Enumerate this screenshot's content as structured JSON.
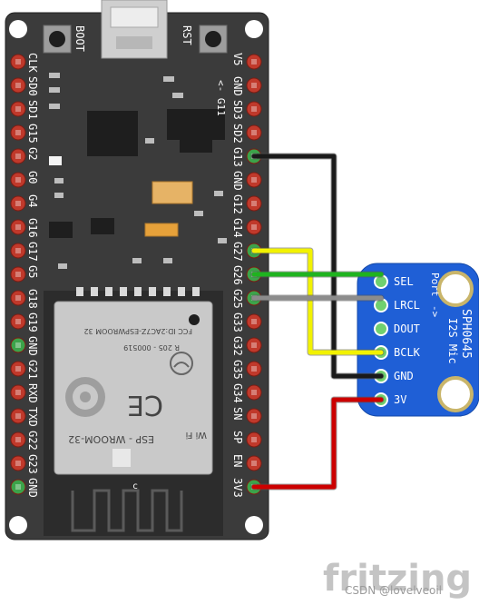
{
  "board": {
    "buttons": {
      "boot": "BOOT",
      "rst": "RST"
    },
    "left_pins": [
      "CLK",
      "SD0",
      "SD1",
      "G15",
      "G2",
      "G0",
      "G4",
      "G16",
      "G17",
      "G5",
      "G18",
      "G19",
      "GND",
      "G21",
      "RXD",
      "TXD",
      "G22",
      "G23",
      "GND"
    ],
    "right_pins": [
      "V5",
      "GND",
      "SD3",
      "SD2",
      "G13",
      "GND",
      "G12",
      "G14",
      "G27",
      "G26",
      "G25",
      "G33",
      "G32",
      "G35",
      "G34",
      "SN",
      "SP",
      "EN",
      "3V3"
    ],
    "silk_arrow": "<- G11",
    "module": {
      "fcc": "FCC ID:2AC7Z-ESPWROOM 32",
      "reg": "R 205 - 000519",
      "name": "ESP - WROOM-32",
      "wifi": "Wi Fi",
      "ce": "CE"
    }
  },
  "sensor": {
    "pins": [
      "SEL",
      "LRCL",
      "DOUT",
      "BCLK",
      "GND",
      "3V"
    ],
    "label_line1": "SPH0645",
    "label_line2": "I2S Mic",
    "port_label": "Port",
    "arrow": "->"
  },
  "wires": [
    {
      "name": "gnd-wire",
      "from": "G13",
      "to": "GND",
      "color": "#1a1a1a"
    },
    {
      "name": "bclk-wire",
      "from": "G27",
      "to": "BCLK",
      "color": "#f2f200"
    },
    {
      "name": "lrcl-wire",
      "from": "G26",
      "to": "LRCL",
      "color": "#1fb31f"
    },
    {
      "name": "dout-wire",
      "from": "G25",
      "to": "DOUT",
      "color": "#8c8c8c"
    },
    {
      "name": "power-wire",
      "from": "3V3",
      "to": "3V",
      "color": "#cc0000"
    }
  ],
  "footer": {
    "brand": "fritzing",
    "credit": "CSDN @lovelveoil"
  },
  "colors": {
    "pcb": "#3b3b3b",
    "pin_red": "#c0392b",
    "pin_green": "#3ca34a",
    "sensor_blue": "#1f5fd6"
  }
}
